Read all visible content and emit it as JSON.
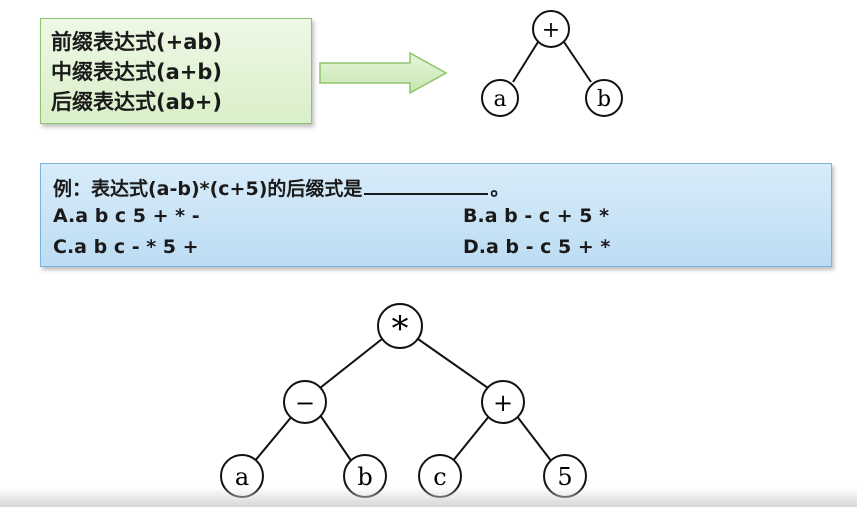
{
  "notation_box": {
    "lines": [
      "前缀表达式(+ab)",
      "中缀表达式(a+b)",
      "后缀表达式(ab+)"
    ]
  },
  "small_tree": {
    "root": "+",
    "left": "a",
    "right": "b"
  },
  "question": {
    "prompt": "例：表达式(a-b)*(c+5)的后缀式是",
    "end_mark": "。",
    "options": {
      "A": "A.a b c 5 + * -",
      "B": "B.a b - c + 5 *",
      "C": "C.a b c - * 5 +",
      "D": "D.a b - c 5 + *"
    }
  },
  "big_tree": {
    "root": "*",
    "left": "−",
    "right": "+",
    "left_left": "a",
    "left_right": "b",
    "right_left": "c",
    "right_right": "5"
  }
}
